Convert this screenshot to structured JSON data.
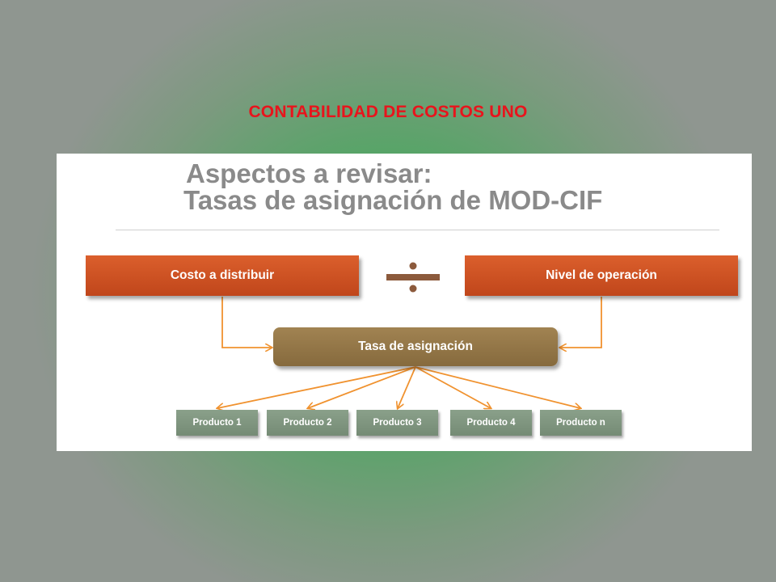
{
  "slide": {
    "title": "CONTABILIDAD DE COSTOS UNO"
  },
  "diagram": {
    "heading_line1": "Aspectos a revisar:",
    "heading_line2": "Tasas de asignación de MOD-CIF",
    "cost_box": "Costo a distribuir",
    "operator_icon": "division-icon",
    "level_box": "Nivel de operación",
    "rate_box": "Tasa de asignación",
    "products": [
      "Producto 1",
      "Producto 2",
      "Producto 3",
      "Producto 4",
      "Producto n"
    ]
  },
  "colors": {
    "title": "#e8141c",
    "orange_box": "#c94f20",
    "rate_box": "#93764a",
    "product_box": "#7f967f",
    "arrow": "#f0922f",
    "divide_symbol": "#8c5a3c"
  }
}
